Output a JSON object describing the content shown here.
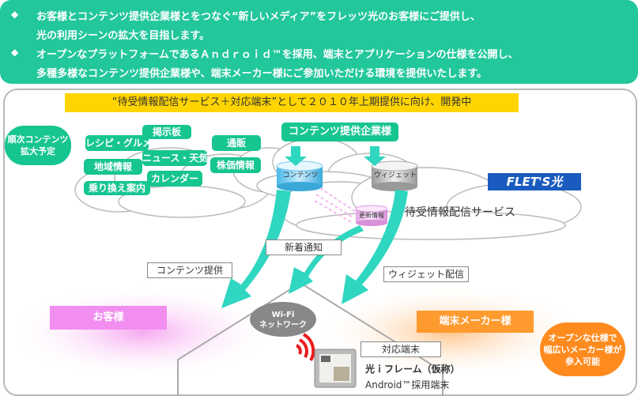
{
  "bullets": [
    "お客様とコンテンツ提供企業様とをつなぐ“新しいメディア”をフレッツ光のお客様にご提供し、",
    "光の利用シーンの拡大を目指します。",
    "オープンなプラットフォームであるＡｎｄｒｏｉｄ™を採用、端末とアプリケーションの仕様を公開し、",
    "多種多様なコンテンツ提供企業様や、端末メーカー様にご参加いただける環境を提供いたします。"
  ],
  "schedule": "“待受情報配信サービス＋対応端末”として２０１０年上期提供に向け、開発中",
  "expansion": [
    "順次コンテンツ",
    "拡大予定"
  ],
  "categories": [
    "掲示板",
    "レシピ・グルメ",
    "通販",
    "ニュース・天気",
    "地域情報",
    "株価情報",
    "カレンダー",
    "乗り換え案内"
  ],
  "provider": "コンテンツ提供企業様",
  "cyl_content": "コンテンツ",
  "cyl_widget": "ウィジェット",
  "cyl_update": "更新情報",
  "flets": "FLET'S光",
  "service": "待受情報配信サービス",
  "new_notice": "新着通知",
  "content_provide": "コンテンツ提供",
  "widget_delivery": "ウィジェット配信",
  "customer": "お客様",
  "wifi": [
    "Wi-Fi",
    "ネットワーク"
  ],
  "maker": "端末メーカー様",
  "device_box": "対応端末",
  "device_name": "光ｉフレーム（仮称）",
  "device_os": "Android™採用端末",
  "open_note": [
    "オープンな仕様で",
    "幅広いメーカー様が",
    "参入可能"
  ]
}
